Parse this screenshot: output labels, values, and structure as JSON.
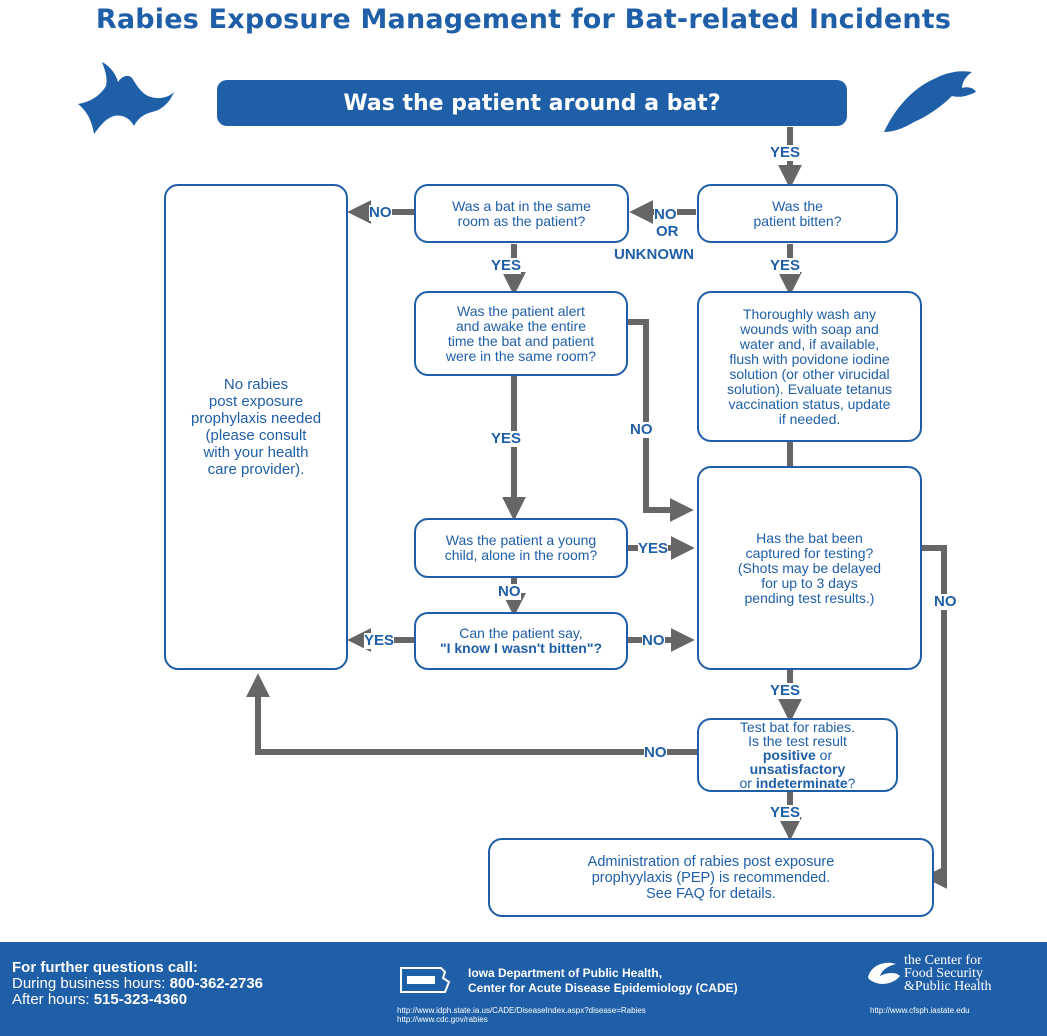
{
  "title": "Rabies Exposure Management for Bat-related Incidents",
  "nodes": {
    "around_bat": "Was the patient around a bat?",
    "bitten": "Was the\npatient bitten?",
    "same_room": "Was a bat in the same\nroom as the patient?",
    "wash": "Thoroughly wash any\nwounds with soap and\nwater and, if available,\nflush with povidone iodine\nsolution (or other virucidal\nsolution). Evaluate tetanus\nvaccination status, update\nif needed.",
    "alert": "Was the patient alert\nand awake the entire\ntime the bat and patient\nwere in the same room?",
    "no_pep": "No rabies\npost exposure\nprophylaxis needed\n(please consult\nwith your health\ncare provider).",
    "young_child": "Was the patient a young\nchild, alone in the room?",
    "captured": "Has the bat been\ncaptured for testing?\n(Shots may be delayed\nfor up to 3 days\npending test results.)",
    "say_not_bitten_line1": "Can the patient say,",
    "say_not_bitten_line2": "\"I know I wasn't bitten\"?",
    "test_line1": "Test bat for rabies.\nIs the test result",
    "test_positive": "positive",
    "test_or1": "or",
    "test_unsat": "unsatisfactory",
    "test_or2": "or",
    "test_indeterminate": "indeterminate",
    "test_q": "?",
    "pep": "Administration of rabies post exposure\nprophyylaxis (PEP) is recommended.\nSee FAQ for details."
  },
  "labels": {
    "yes_around": "YES",
    "no_or_unknown_no": "NO",
    "no_or_unknown_or": "OR",
    "no_or_unknown_unknown": "UNKNOWN",
    "yes_bitten": "YES",
    "no_room": "NO",
    "yes_room": "YES",
    "yes_alert": "YES",
    "no_alert": "NO",
    "yes_child": "YES",
    "no_child": "NO",
    "yes_say": "YES",
    "no_say": "NO",
    "yes_captured": "YES",
    "no_captured": "NO",
    "no_test": "NO",
    "yes_test": "YES"
  },
  "footer": {
    "phones_heading": "For further questions call:",
    "business_label": "During business hours: ",
    "business_number": "800-362-2736",
    "after_label": "After hours: ",
    "after_number": "515-323-4360",
    "idph_line1": "Iowa Department of Public Health,",
    "idph_line2": "Center for Acute Disease Epidemiology (CADE)",
    "idph_urls": "http://www.idph.state.ia.us/CADE/DiseaseIndex.aspx?disease=Rabies\nhttp://www.cdc.gov/rabies",
    "cfsph_name": "the Center for\nFood Security\n&Public Health",
    "cfsph_url": "http://www.cfsph.iastate.edu"
  },
  "colors": {
    "primary_blue": "#1f5fa8",
    "arrow_gray": "#666666",
    "background": "#ffffff"
  },
  "icons": [
    "bat-silhouette-icon",
    "bat-wing-icon",
    "idph-logo-icon",
    "cfsph-logo-icon",
    "arrow-icon"
  ]
}
